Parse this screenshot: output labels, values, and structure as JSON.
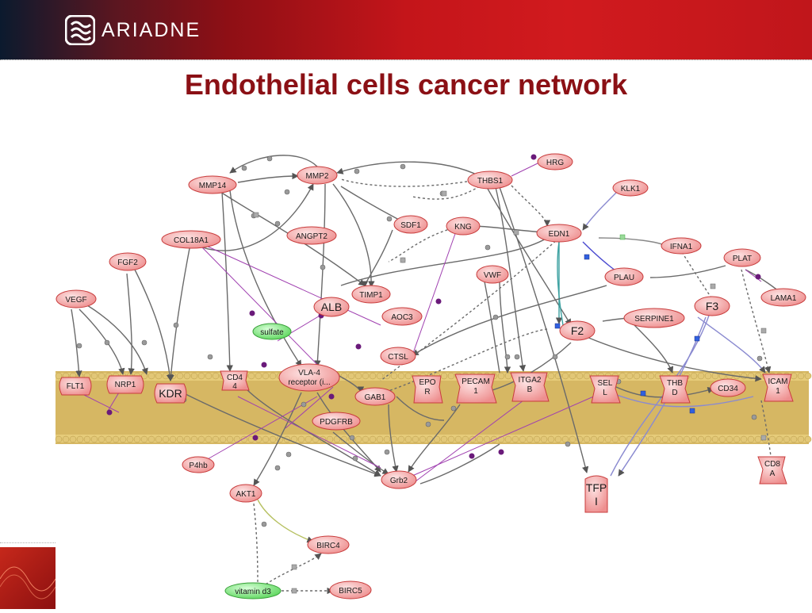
{
  "header": {
    "logo_text": "ARIADNE"
  },
  "title": "Endothelial cells cancer network",
  "colors": {
    "node_fill": "#f2a0a0",
    "node_stroke": "#c83c3c",
    "ligand_fill": "#6fe06f",
    "membrane": "#d2b460",
    "title": "#8b1015"
  },
  "nodes": {
    "hrg": "HRG",
    "mmp2": "MMP2",
    "thbs1": "THBS1",
    "mmp14": "MMP14",
    "klk1": "KLK1",
    "sdf1": "SDF1",
    "kng": "KNG",
    "edn1": "EDN1",
    "col18a1": "COL18A1",
    "angpt2": "ANGPT2",
    "ifna1": "IFNA1",
    "plat": "PLAT",
    "fgf2": "FGF2",
    "vwf": "VWF",
    "plau": "PLAU",
    "lama1": "LAMA1",
    "vegf": "VEGF",
    "timp1": "TIMP1",
    "alb": "ALB",
    "f3": "F3",
    "aoc3": "AOC3",
    "serpine1": "SERPINE1",
    "sulfate": "sulfate",
    "f2": "F2",
    "ctsl": "CTSL",
    "flt1": "FLT1",
    "nrp1": "NRP1",
    "kdr": "KDR",
    "cd44_a": "CD4",
    "cd44_b": "4",
    "vla4_a": "VLA-4",
    "vla4_b": "receptor (i...",
    "gab1": "GAB1",
    "epor_a": "EPO",
    "epor_b": "R",
    "pecam_a": "PECAM",
    "pecam_b": "1",
    "itga2b_a": "ITGA2",
    "itga2b_b": "B",
    "sell_a": "SEL",
    "sell_b": "L",
    "thbd_a": "THB",
    "thbd_b": "D",
    "cd34": "CD34",
    "icam1_a": "ICAM",
    "icam1_b": "1",
    "pdgfrb": "PDGFRB",
    "p4hb": "P4hb",
    "grb2": "Grb2",
    "cd8a_a": "CD8",
    "cd8a_b": "A",
    "akt1": "AKT1",
    "tfpi_a": "TFP",
    "tfpi_b": "I",
    "birc4": "BIRC4",
    "vitamin_d3": "vitamin d3",
    "birc5": "BIRC5"
  }
}
